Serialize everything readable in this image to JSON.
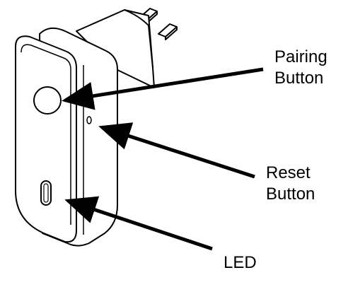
{
  "labels": {
    "pairing": [
      "Pairing",
      "Button"
    ],
    "reset": [
      "Reset",
      "Button"
    ],
    "led": "LED"
  },
  "icons": [
    "plug-device-illustration",
    "arrow-icon"
  ],
  "colors": {
    "line": "#000000",
    "background": "#ffffff"
  }
}
